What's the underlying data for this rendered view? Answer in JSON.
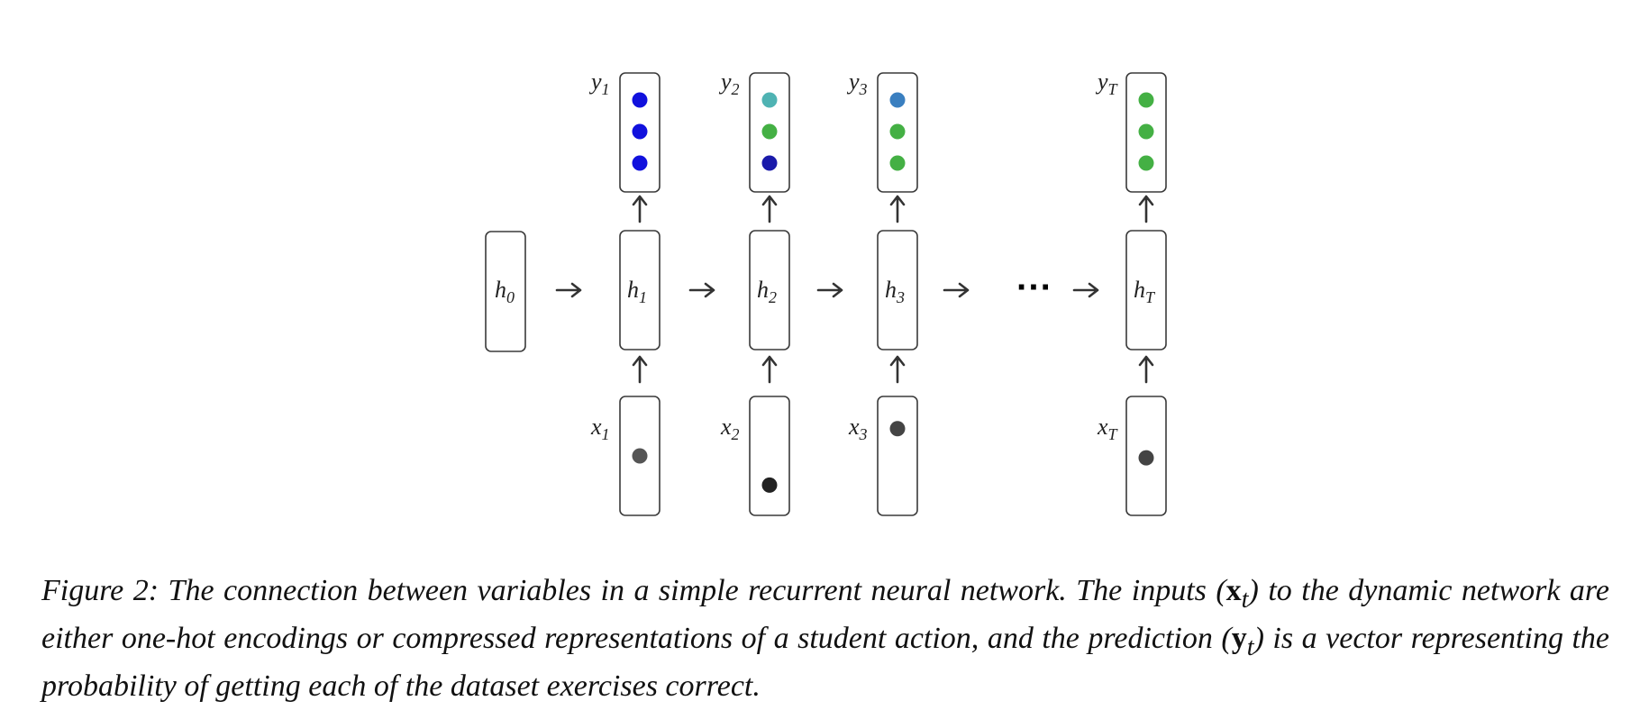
{
  "diagram": {
    "h0": {
      "base": "h",
      "sub": "0"
    },
    "ellipsis": "···",
    "columns": [
      {
        "y": {
          "base": "y",
          "sub": "1"
        },
        "h": {
          "base": "h",
          "sub": "1"
        },
        "x": {
          "base": "x",
          "sub": "1"
        },
        "y_dots": [
          "#1111dd",
          "#1111dd",
          "#1111dd"
        ],
        "x_dot": {
          "color": "#555555",
          "level": 0.5
        }
      },
      {
        "y": {
          "base": "y",
          "sub": "2"
        },
        "h": {
          "base": "h",
          "sub": "2"
        },
        "x": {
          "base": "x",
          "sub": "2"
        },
        "y_dots": [
          "#4fb3b3",
          "#44b044",
          "#1a1aaa"
        ],
        "x_dot": {
          "color": "#222222",
          "level": 0.8
        }
      },
      {
        "y": {
          "base": "y",
          "sub": "3"
        },
        "h": {
          "base": "h",
          "sub": "3"
        },
        "x": {
          "base": "x",
          "sub": "3"
        },
        "y_dots": [
          "#3a7fc0",
          "#44b044",
          "#44b044"
        ],
        "x_dot": {
          "color": "#444444",
          "level": 0.22
        }
      },
      {
        "y": {
          "base": "y",
          "sub": "T"
        },
        "h": {
          "base": "h",
          "sub": "T"
        },
        "x": {
          "base": "x",
          "sub": "T"
        },
        "y_dots": [
          "#44b044",
          "#44b044",
          "#44b044"
        ],
        "x_dot": {
          "color": "#444444",
          "level": 0.52
        }
      }
    ]
  },
  "caption": {
    "lead": "Figure 2: The connection between variables in a simple recurrent neural network.  The inputs (",
    "x_sym": "x",
    "x_sub": "t",
    "middle": ") to the dynamic network are either one-hot encodings or compressed representations of a student action, and the prediction (",
    "y_sym": "y",
    "y_sub": "t",
    "tail": ") is a vector representing the probability of getting each of the dataset exercises correct."
  }
}
